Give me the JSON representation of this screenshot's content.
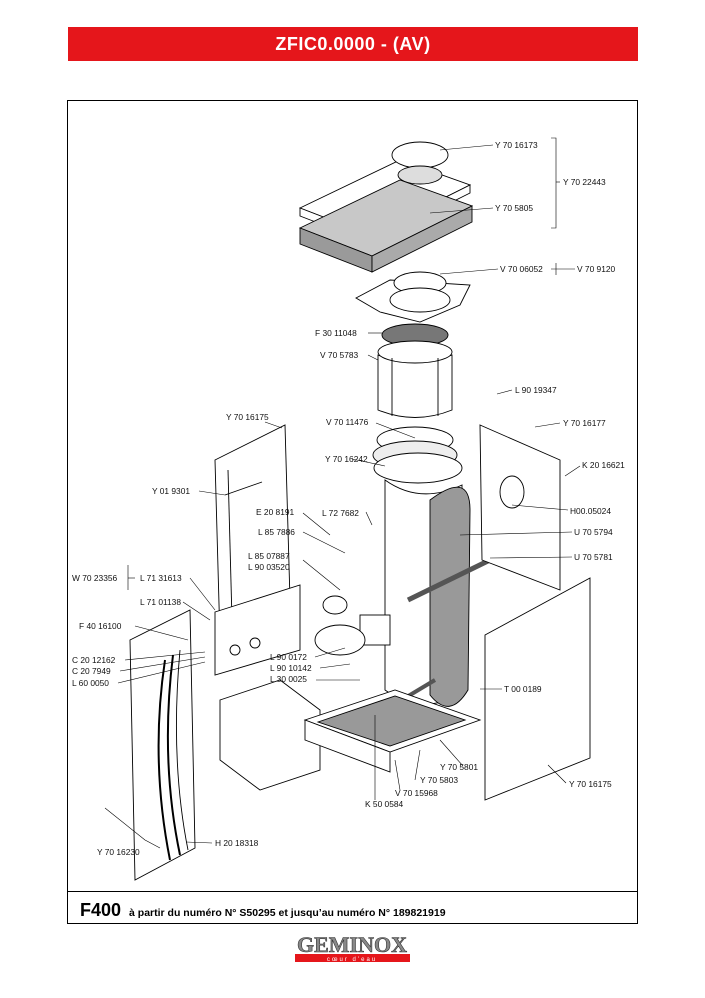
{
  "header": {
    "title": "ZFIC0.0000 - (AV)"
  },
  "footer": {
    "model": "F400",
    "range_text": "à partir du numéro N° S50295 et jusqu’au numéro N° 189821919"
  },
  "logo": {
    "text": "GEMINOX",
    "tagline": "cœur d’eau"
  },
  "parts": {
    "y7016173": "Y 70 16173",
    "y7022443": "Y 70 22443",
    "y705805": "Y 70 5805",
    "v7006052": "V 70 06052",
    "v709120": "V 70 9120",
    "f3011048": "F 30 11048",
    "v705783": "V 70 5783",
    "l9019347": "L 90 19347",
    "y7016175_top": "Y 70 16175",
    "v7011476": "V 70 11476",
    "y7016177": "Y 70 16177",
    "y7016242": "Y 70 16242",
    "k2016621": "K 20 16621",
    "y019301": "Y 01 9301",
    "h0005024": "H00.05024",
    "e208191": "E 20 8191",
    "l727682": "L 72 7682",
    "u705794": "U 70 5794",
    "l857886": "L 85 7886",
    "u705781": "U 70 5781",
    "l8507887": "L 85 07887",
    "l9003520": "L 90 03520",
    "w7023356": "W 70 23356",
    "l7131613": "L 71 31613",
    "l7101138": "L 71 01138",
    "f4016100": "F 40 16100",
    "l900172": "L 90 0172",
    "c2012162": "C 20 12162",
    "l9010142": "L 90 10142",
    "c207949": "C 20 7949",
    "l300025": "L 30 0025",
    "l600050": "L 60 0050",
    "t000189": "T 00 0189",
    "y705801": "Y 70 5801",
    "y705803": "Y 70 5803",
    "y7016175_bottom": "Y 70 16175",
    "v7015968": "V 70 15968",
    "k500584": "K 50 0584",
    "h2018318": "H 20 18318",
    "y7016230": "Y 70 16230"
  },
  "colors": {
    "title_bar": "#e5161b",
    "panel_grey": "#bdbdbd",
    "dark_grey": "#8a8a8a"
  }
}
